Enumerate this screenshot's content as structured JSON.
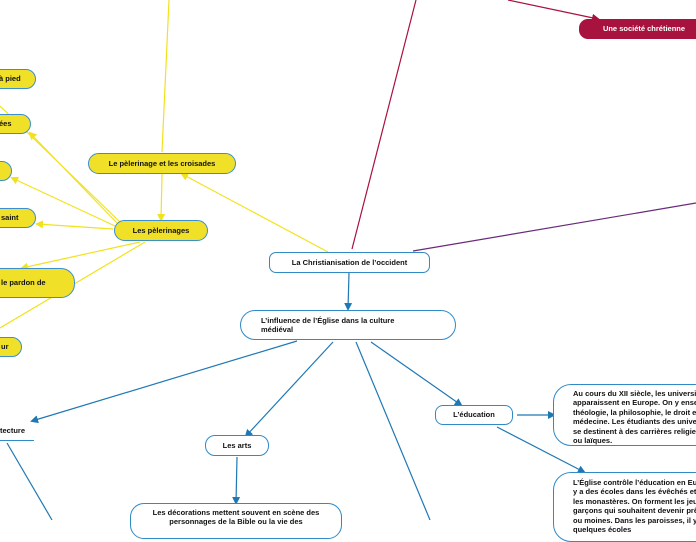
{
  "nodes": {
    "root": "La Christianisation de l’occident",
    "society": "Une  société chrétienne",
    "influence": "L’influence de l’Église dans la culture médiéval",
    "pilgrimage_crusades": "Le pèlerinage et les croisades",
    "pilgrimages": "Les pèlerinages",
    "partial_1": "à pied",
    "partial_2": "ées",
    "partial_3": "saint",
    "partial_4": "le pardon de",
    "partial_5": "ur",
    "architecture": "tecture",
    "arts": "Les arts",
    "education": "L’éducation",
    "arts_detail": "Les décorations mettent souvent en scène des personnages de  la Bible ou la vie des",
    "universities": "Au  cours du XII siècle, les universités apparaissent  en Europe. On y enseigne la théologie, la philosophie, le droit et la médecine. Les étudiants des universités se destinent à des carrières religieuses ou laïques.",
    "church_education": "L’Église  contrôle  l’éducation en Europe. Il y a des écoles  dans les évêchés et dans les monastères. On forment les jeunes garçons qui souhaitent devenir prêtres ou moines. Dans les paroisses, il y a quelques écoles"
  },
  "colors": {
    "blue_link": "#1f78b4",
    "yellow_link": "#f2e21c",
    "maroon_link": "#a8123e",
    "purple_link": "#6a2a7a",
    "yellow_fill": "#f0e028",
    "maroon_fill": "#a8123e"
  }
}
